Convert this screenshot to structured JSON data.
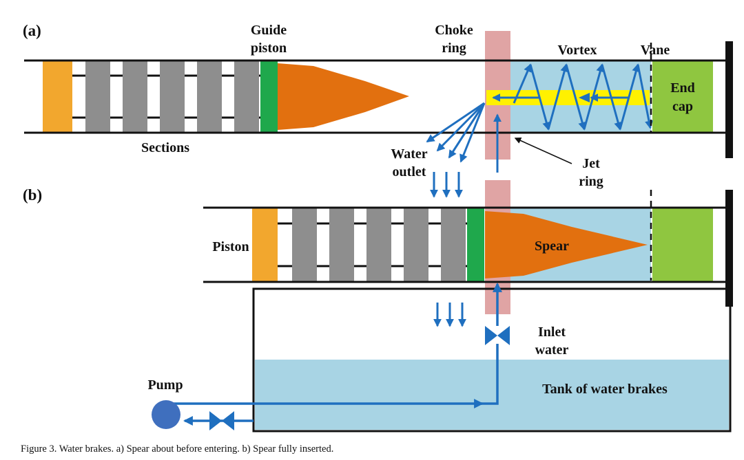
{
  "figure": {
    "caption": "Figure 3. Water brakes. a) Spear about before entering. b) Spear fully inserted."
  },
  "panel_a": {
    "tag": "(a)",
    "labels": {
      "guide_piston": [
        "Guide",
        "piston"
      ],
      "sections": "Sections",
      "choke_ring": [
        "Choke",
        "ring"
      ],
      "vortex": "Vortex",
      "vane": "Vane",
      "end_cap": [
        "End",
        "cap"
      ],
      "water_outlet": [
        "Water",
        "outlet"
      ],
      "jet_ring": [
        "Jet",
        "ring"
      ]
    }
  },
  "panel_b": {
    "tag": "(b)",
    "labels": {
      "piston": "Piston",
      "spear": "Spear",
      "inlet_water": [
        "Inlet",
        "water"
      ],
      "tank": "Tank of water brakes",
      "pump": "Pump"
    }
  },
  "colors": {
    "piston_yellow": "#F2A72E",
    "section_gray": "#8E8E8E",
    "guide_piston_green": "#1FA84C",
    "spear_orange": "#E2700F",
    "choke_ring_pink": "#E0A4A4",
    "water_blue": "#A8D4E4",
    "jet_yellow": "#FFF100",
    "end_cap_green": "#8FC640",
    "arrow_blue": "#1F6FBF",
    "pump_blue": "#3F6FBE",
    "line_black": "#111111"
  }
}
